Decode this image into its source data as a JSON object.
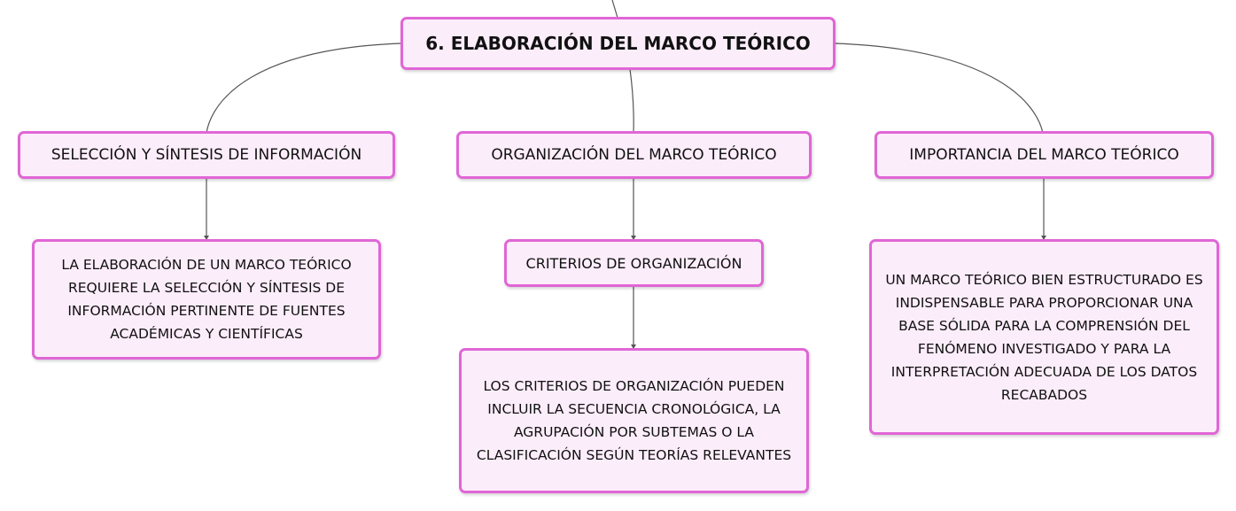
{
  "root": {
    "label": "6. ELABORACIÓN DEL MARCO TEÓRICO"
  },
  "branches": [
    {
      "label": "SELECCIÓN Y SÍNTESIS DE INFORMACIÓN",
      "detail": "LA ELABORACIÓN DE UN MARCO TEÓRICO REQUIERE LA SELECCIÓN Y SÍNTESIS DE INFORMACIÓN PERTINENTE DE FUENTES ACADÉMICAS Y CIENTÍFICAS"
    },
    {
      "label": "ORGANIZACIÓN DEL MARCO TEÓRICO",
      "sub": "CRITERIOS DE ORGANIZACIÓN",
      "detail": "LOS CRITERIOS DE ORGANIZACIÓN PUEDEN INCLUIR LA SECUENCIA CRONOLÓGICA, LA AGRUPACIÓN POR SUBTEMAS O LA CLASIFICACIÓN SEGÚN TEORÍAS RELEVANTES"
    },
    {
      "label": "IMPORTANCIA DEL MARCO TEÓRICO",
      "detail": "UN MARCO TEÓRICO BIEN ESTRUCTURADO ES INDISPENSABLE PARA PROPORCIONAR UNA BASE SÓLIDA PARA LA COMPRENSIÓN DEL FENÓMENO INVESTIGADO Y PARA LA INTERPRETACIÓN ADECUADA DE LOS DATOS RECABADOS"
    }
  ],
  "colors": {
    "node_fill": "#fcedfb",
    "node_border": "#e066d6",
    "connector": "#555555"
  }
}
